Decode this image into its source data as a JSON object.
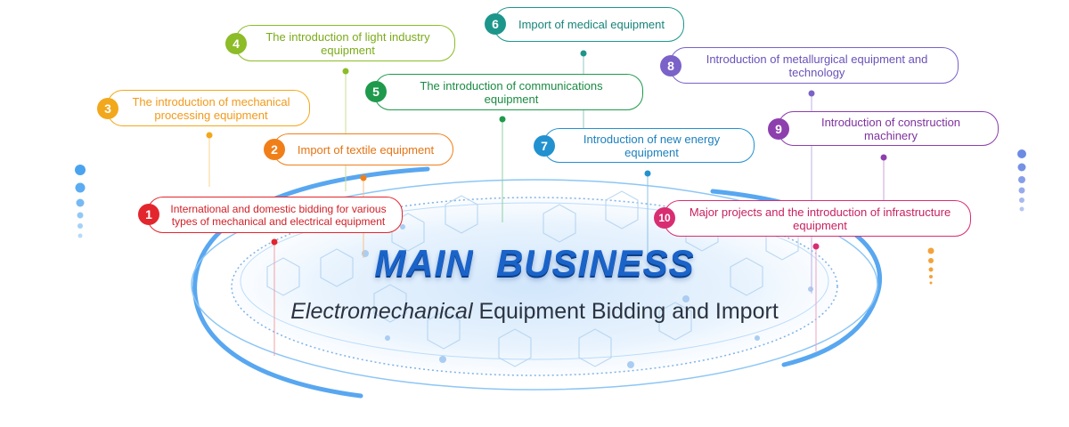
{
  "title": {
    "main": "MAIN  BUSINESS",
    "subtitle_italic": "Electromechanical",
    "subtitle_rest": " Equipment Bidding and Import"
  },
  "items": [
    {
      "num": "1",
      "text": "International and domestic bidding for various types of mechanical and electrical equipment",
      "color": "#e3262d"
    },
    {
      "num": "2",
      "text": "Import of textile equipment",
      "color": "#f07f1a"
    },
    {
      "num": "3",
      "text": "The introduction of mechanical processing equipment",
      "color": "#f2a81c"
    },
    {
      "num": "4",
      "text": "The introduction of light industry equipment",
      "color": "#8cbc27"
    },
    {
      "num": "5",
      "text": "The introduction of communications equipment",
      "color": "#1f9a4c"
    },
    {
      "num": "6",
      "text": "Import of medical equipment",
      "color": "#1c968a"
    },
    {
      "num": "7",
      "text": "Introduction of new energy equipment",
      "color": "#2291d0"
    },
    {
      "num": "8",
      "text": "Introduction of metallurgical equipment and technology",
      "color": "#7a62c8"
    },
    {
      "num": "9",
      "text": "Introduction of construction machinery",
      "color": "#8d3fae"
    },
    {
      "num": "10",
      "text": "Major projects and the introduction of infrastructure equipment",
      "color": "#d92d72"
    }
  ]
}
